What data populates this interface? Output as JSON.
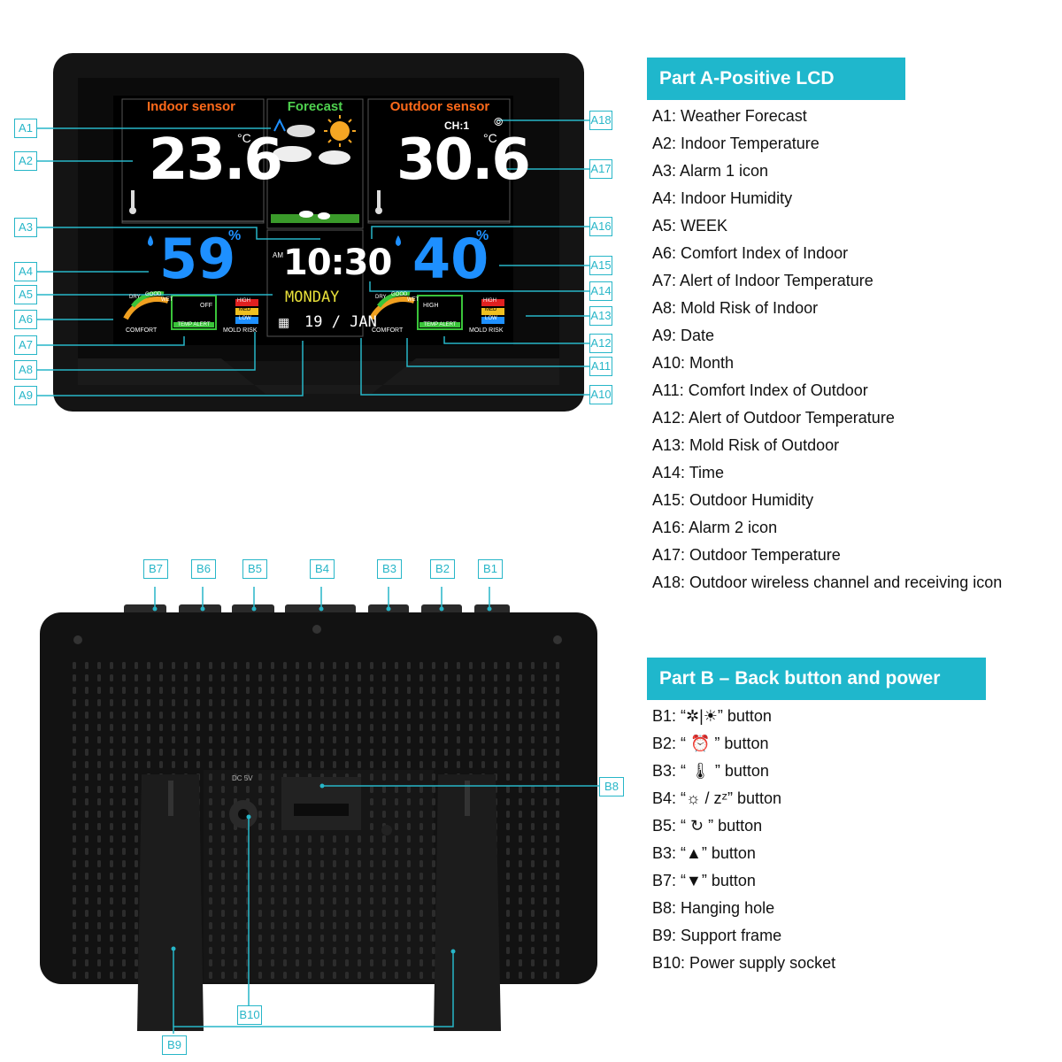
{
  "lcd": {
    "indoor_title": "Indoor sensor",
    "forecast_title": "Forecast",
    "outdoor_title": "Outdoor sensor",
    "channel": "CH:1",
    "indoor_temp": "23.6",
    "indoor_temp_unit": "°C",
    "outdoor_temp": "30.6",
    "outdoor_temp_unit": "°C",
    "indoor_humidity": "59",
    "outdoor_humidity": "40",
    "humidity_unit": "%",
    "am": "AM",
    "time": "10:30",
    "weekday": "MONDAY",
    "date": "19 / JAN",
    "comfort_label": "COMFORT",
    "comfort_dry": "DRY",
    "comfort_good": "GOOD",
    "comfort_wet": "WET",
    "temp_alert": "TEMP ALERT",
    "alert_off": "OFF",
    "alert_high": "HIGH",
    "mold_high": "HIGH",
    "mold_med": "MED",
    "mold_low": "LOW",
    "mold_risk": "MOLD RISK"
  },
  "back": {
    "dc_label": "DC 5V"
  },
  "callouts_a": [
    "A1",
    "A2",
    "A3",
    "A4",
    "A5",
    "A6",
    "A7",
    "A8",
    "A9",
    "A18",
    "A17",
    "A16",
    "A15",
    "A14",
    "A13",
    "A12",
    "A11",
    "A10"
  ],
  "callouts_b": [
    "B7",
    "B6",
    "B5",
    "B4",
    "B3",
    "B2",
    "B1",
    "B8",
    "B10",
    "B9"
  ],
  "part_a": {
    "title": "Part A-Positive LCD",
    "items": [
      "A1: Weather Forecast",
      "A2: Indoor Temperature",
      "A3: Alarm 1 icon",
      "A4: Indoor Humidity",
      "A5: WEEK",
      "A6: Comfort Index of Indoor",
      "A7: Alert of Indoor Temperature",
      "A8: Mold Risk of Indoor",
      "A9: Date",
      " A10: Month",
      "A11: Comfort Index of Outdoor",
      "A12: Alert of Outdoor Temperature",
      "A13: Mold Risk of Outdoor",
      "A14: Time",
      "A15: Outdoor Humidity",
      "A16: Alarm 2 icon",
      "A17: Outdoor Temperature",
      "A18: Outdoor wireless channel and receiving icon"
    ]
  },
  "part_b": {
    "title": "Part B – Back button and power",
    "items": [
      "B1: “✲|☀” button",
      "B2: “  ⏰  ” button",
      "B3: “  🌡  ” button",
      "B4: “☼ / zᶻ” button",
      "B5: “  ↻  ” button",
      "B3: “▲” button",
      "B7: “▼” button",
      "B8: Hanging hole",
      "B9: Support frame",
      "B10: Power supply socket"
    ]
  },
  "colors": {
    "accent": "#1fb7cc",
    "callout": "#27b6c8",
    "indoor_title": "#ff6a1a",
    "forecast_title": "#4fd14f",
    "humidity": "#1e90ff",
    "weekday": "#e8e03a"
  }
}
